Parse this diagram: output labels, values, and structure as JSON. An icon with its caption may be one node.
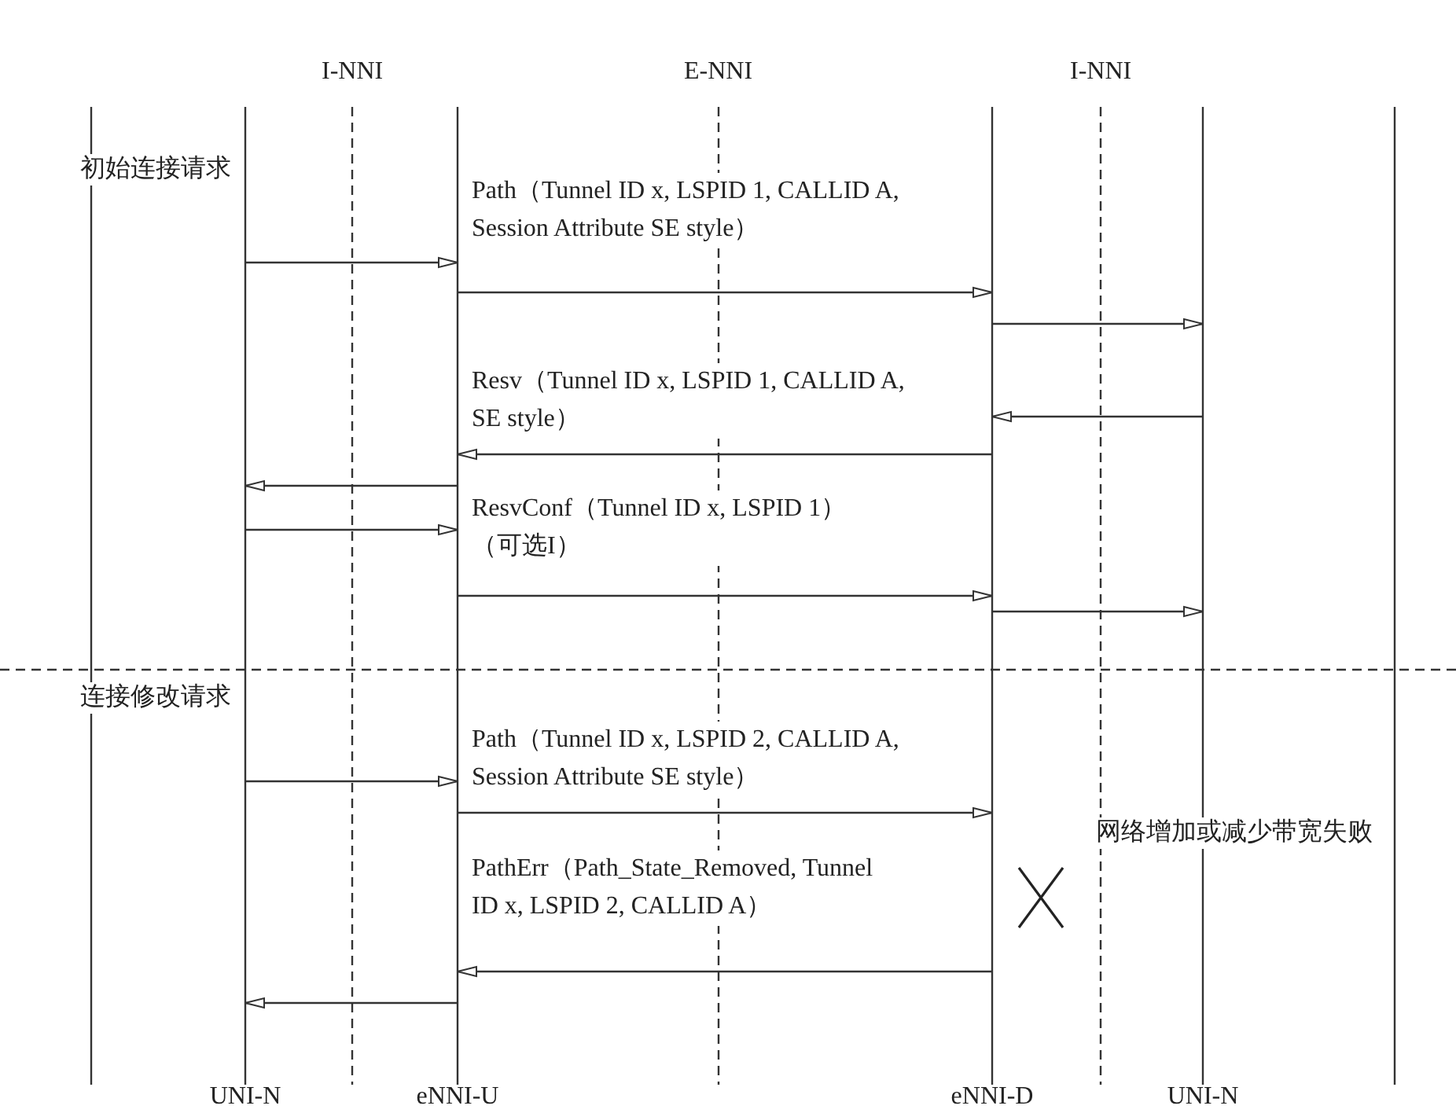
{
  "diagram": {
    "nodes": [
      {
        "text": [
          "UNI-N"
        ]
      },
      {
        "text": [
          "I-NNI"
        ]
      },
      {
        "text": [
          "eNNI-U"
        ]
      },
      {
        "text": [
          "E-NNI"
        ]
      },
      {
        "text": [
          "eNNI-D"
        ]
      },
      {
        "text": [
          "I-NNI"
        ]
      },
      {
        "text": [
          "UNI-N"
        ]
      }
    ],
    "edges": [
      {
        "from": 0,
        "to": 2,
        "arrow": "to"
      },
      {
        "from": 2,
        "to": 4,
        "arrow": "to",
        "label": "Path（Tunnel ID x, LSPID 1, CALLID A, Session Attribute SE style）"
      },
      {
        "from": 4,
        "to": 6,
        "arrow": "to"
      },
      {
        "from": 6,
        "to": 4,
        "arrow": "to"
      },
      {
        "from": 4,
        "to": 2,
        "arrow": "to",
        "label": "Resv（Tunnel ID x, LSPID 1, CALLID A, SE style）"
      },
      {
        "from": 2,
        "to": 0,
        "arrow": "to"
      },
      {
        "from": 0,
        "to": 2,
        "arrow": "to"
      },
      {
        "from": 2,
        "to": 4,
        "arrow": "to",
        "label": "ResvConf（Tunnel ID x, LSPID 1）（可选I）"
      },
      {
        "from": 4,
        "to": 6,
        "arrow": "to"
      },
      {
        "from": 0,
        "to": 2,
        "arrow": "to"
      },
      {
        "from": 2,
        "to": 4,
        "arrow": "to",
        "label": "Path（Tunnel ID x, LSPID 2, CALLID A, Session Attribute SE style）"
      },
      {
        "from": 4,
        "to": 2,
        "arrow": "to",
        "label": "PathErr（Path_State_Removed, Tunnel ID x, LSPID 2, CALLID A）"
      },
      {
        "from": 2,
        "to": 0,
        "arrow": "to"
      }
    ],
    "labels": [
      "初始连接请求",
      "连接修改请求",
      "网络增加或减少带宽失败"
    ]
  }
}
